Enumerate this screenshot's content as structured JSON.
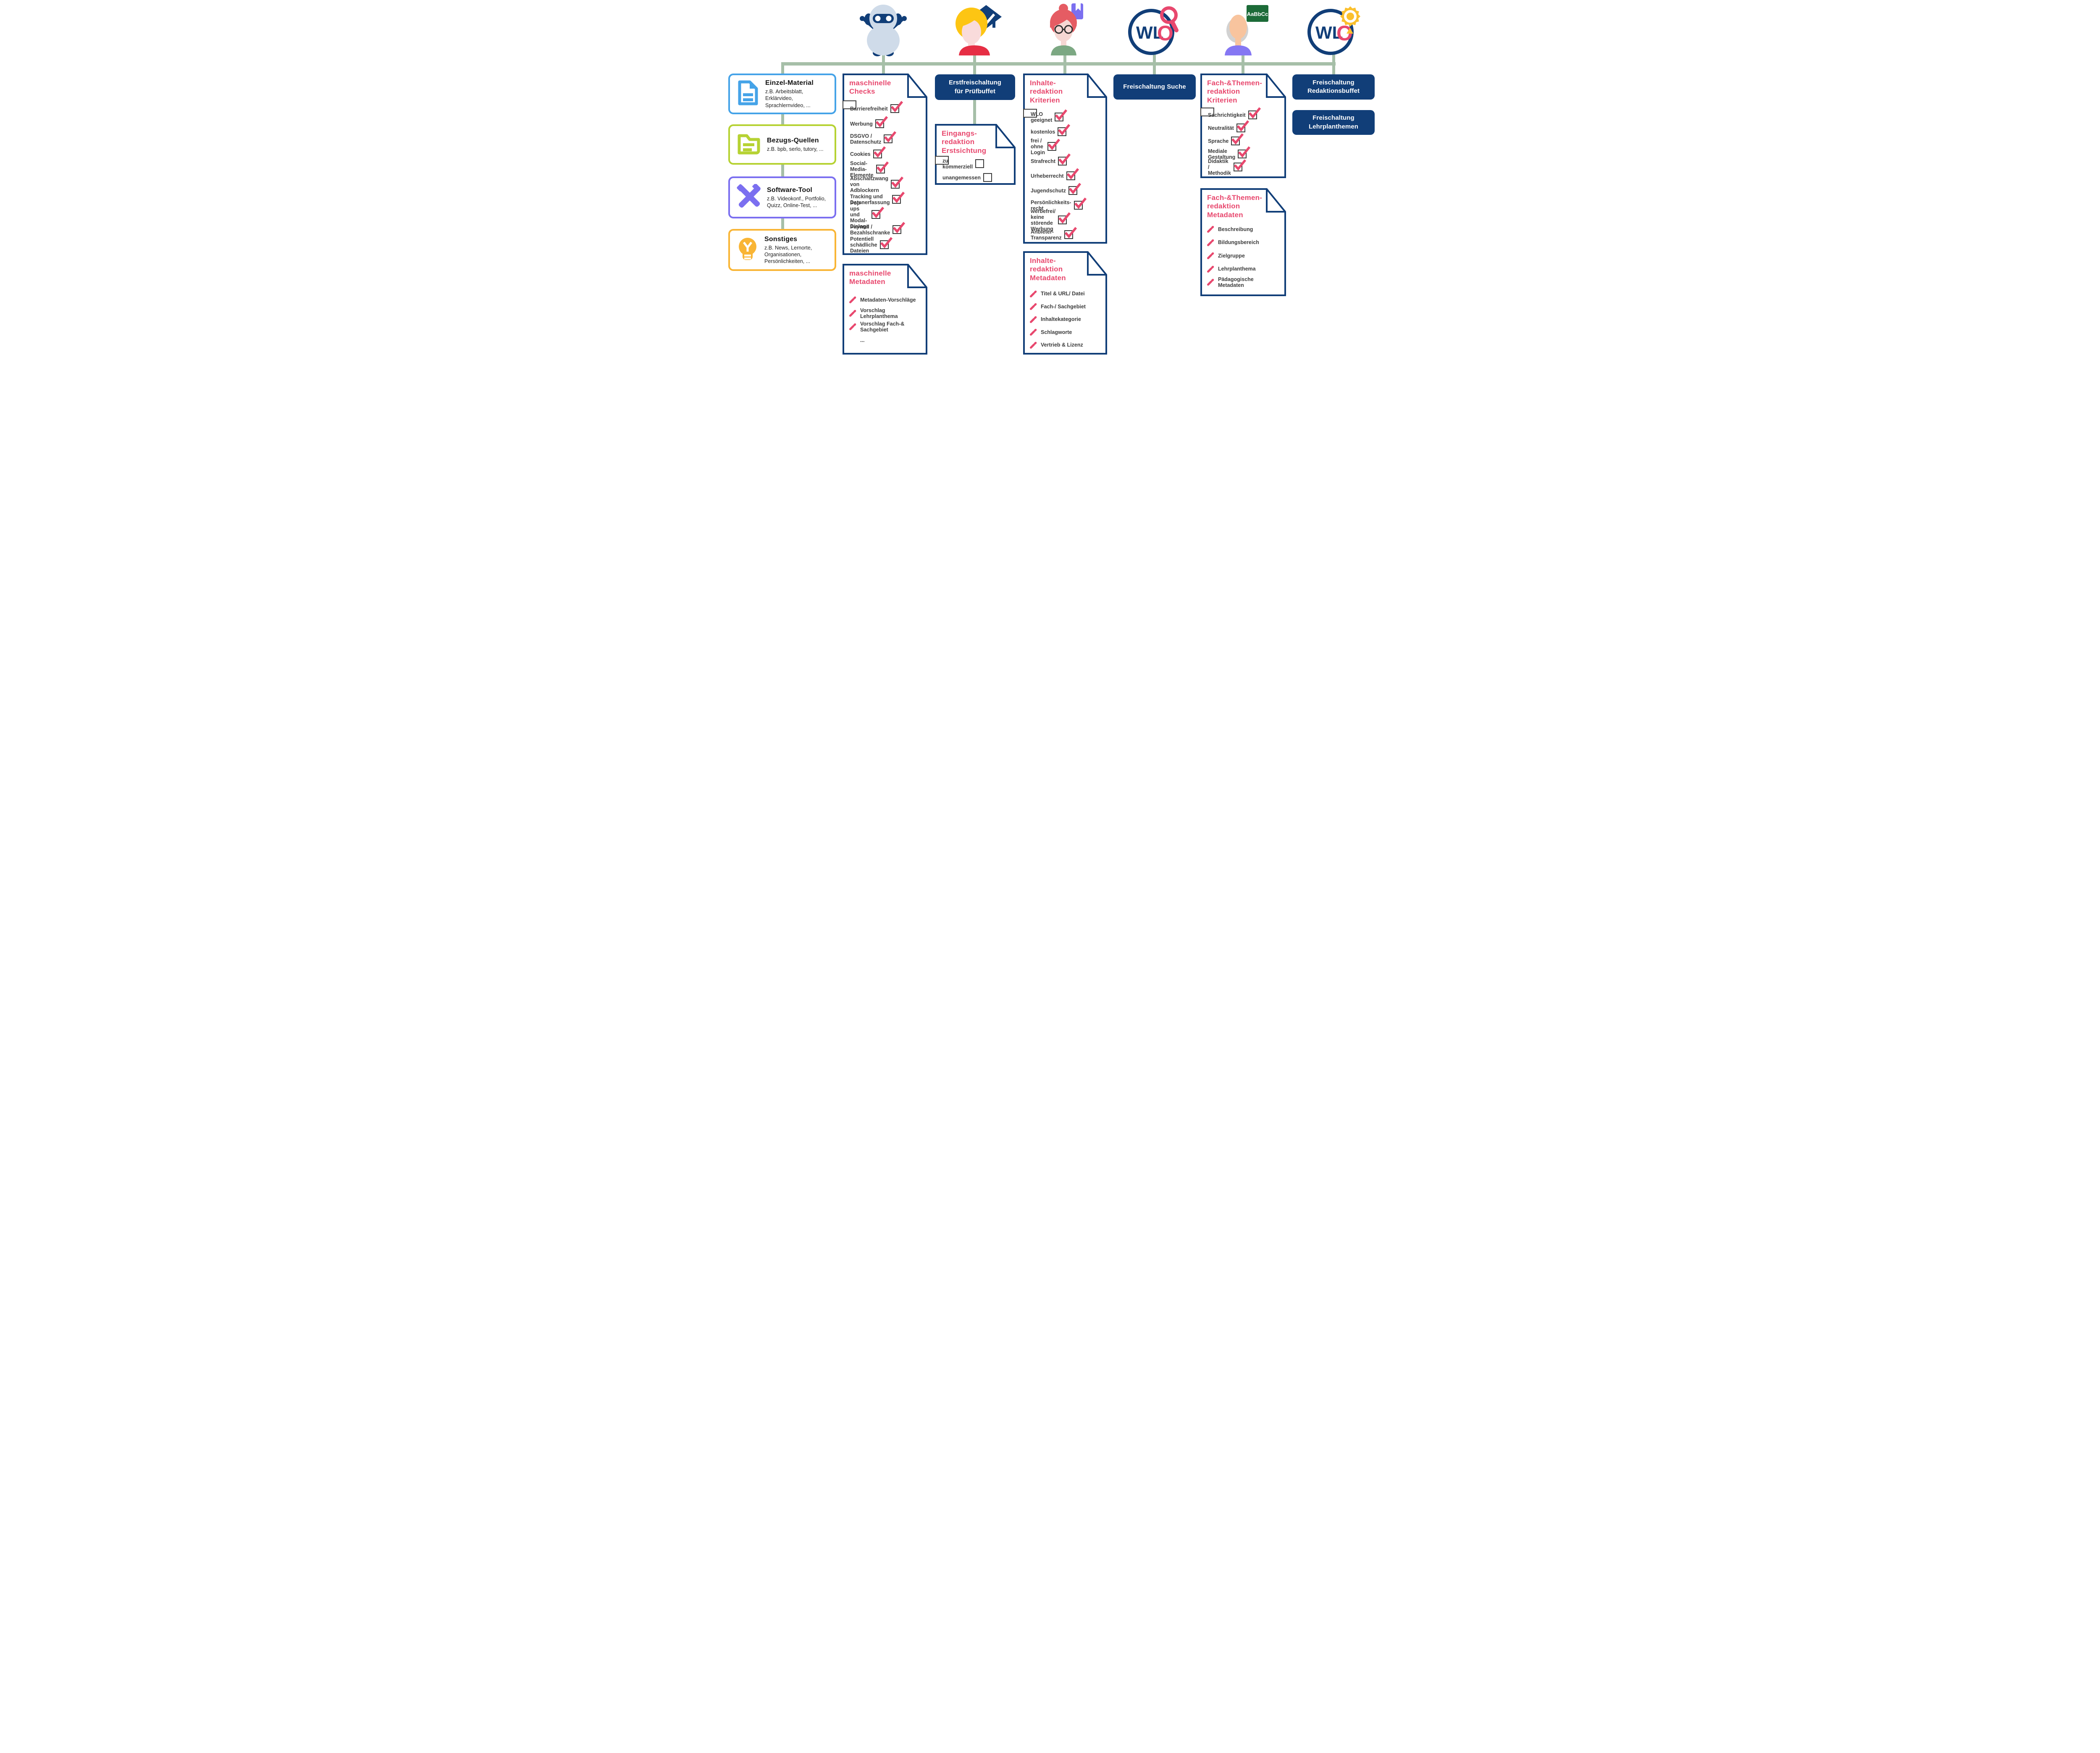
{
  "palette": {
    "navy": "#113E78",
    "pink": "#E8486E",
    "connector_green": "#A6BFA8",
    "item_text": "#3C3C3C",
    "blue": "#45A3E8",
    "lime": "#B6D233",
    "purple": "#7B6FF0",
    "orange": "#F9B535"
  },
  "icons": {
    "top_row": [
      "robot-icon",
      "teacher-icon",
      "content-editor-icon",
      "wlo-search-icon",
      "subject-editor-icon",
      "wlo-badge-icon"
    ],
    "wlo_wl": "WL",
    "wlo_o": "O",
    "sample_text": "AaBbCc"
  },
  "sources": [
    {
      "title": "Einzel-Material",
      "description": "z.B. Arbeitsblatt, Erklärvideo, Sprachlernvideo, ...",
      "accent": "#45A3E8",
      "icon": "file-icon"
    },
    {
      "title": "Bezugs-Quellen",
      "description": "z.B. bpb, serlo, tutory, ...",
      "accent": "#B6D233",
      "icon": "folder-icon"
    },
    {
      "title": "Software-Tool",
      "description": "z.B. Videokonf., Portfolio, Quizz, Online-Test, ...",
      "accent": "#7B6FF0",
      "icon": "tools-icon"
    },
    {
      "title": "Sonstiges",
      "description": "z.B. News, Lernorte, Organisationen, Persönlichkeiten, ...",
      "accent": "#F9B535",
      "icon": "lightbulb-icon"
    }
  ],
  "cards": {
    "maschinelle_checks": {
      "title": "maschinelle\nChecks",
      "item_type": "checkbox",
      "items": [
        {
          "label": "Barrierefreiheit",
          "checked": true
        },
        {
          "label": "Werbung",
          "checked": true
        },
        {
          "label": "DSGVO /\nDatenschutz",
          "checked": true
        },
        {
          "label": "Cookies",
          "checked": true
        },
        {
          "label": "Social-Media-\nElemente",
          "checked": true
        },
        {
          "label": "Abschaltzwang von\nAdblockern",
          "checked": true
        },
        {
          "label": "Tracking und\nDatenerfassung",
          "checked": true
        },
        {
          "label": "Pop-ups und Modal-\nDialoge",
          "checked": true
        },
        {
          "label": "Paywall /\nBezahlschranke",
          "checked": true
        },
        {
          "label": "Potentiell\nschädliche Dateien",
          "checked": true
        }
      ]
    },
    "eingangsredaktion": {
      "title": "Eingangs-\nredaktion\nErstsichtung",
      "item_type": "checkbox",
      "items": [
        {
          "label": "zu kommerziell",
          "checked": false
        },
        {
          "label": "unangemessen",
          "checked": false
        }
      ]
    },
    "inhalte_kriterien": {
      "title": "Inhalte-\nredaktion\nKriterien",
      "item_type": "checkbox",
      "items": [
        {
          "label": "WLO geeignet",
          "checked": true
        },
        {
          "label": "kostenlos",
          "checked": true
        },
        {
          "label": "frei / ohne Login",
          "checked": true
        },
        {
          "label": "Strafrecht",
          "checked": true
        },
        {
          "label": "Urheberrecht",
          "checked": true
        },
        {
          "label": "Jugendschutz",
          "checked": true
        },
        {
          "label": "Persönlichkeits-\nrecht",
          "checked": true
        },
        {
          "label": "werbefrei/ keine\nstörende Werbung",
          "checked": true
        },
        {
          "label": "Anbieter-\nTransparenz",
          "checked": true
        }
      ]
    },
    "fach_kriterien": {
      "title": "Fach-&Themen-\nredaktion\nKriterien",
      "item_type": "checkbox",
      "items": [
        {
          "label": "Sachrichtigkeit",
          "checked": true
        },
        {
          "label": "Neutralität",
          "checked": true
        },
        {
          "label": "Sprache",
          "checked": true
        },
        {
          "label": "Mediale Gestaltung",
          "checked": true
        },
        {
          "label": "Didaktik / Methodik",
          "checked": true
        }
      ]
    },
    "maschinelle_metadaten": {
      "title": "maschinelle\nMetadaten",
      "item_type": "pencil",
      "items": [
        {
          "label": "Metadaten-Vorschläge"
        },
        {
          "label": "Vorschlag\nLehrplanthema"
        },
        {
          "label": "Vorschlag Fach-&\nSachgebiet"
        },
        {
          "label": "...",
          "icon": false
        }
      ]
    },
    "inhalte_metadaten": {
      "title": "Inhalte-\nredaktion\nMetadaten",
      "item_type": "pencil",
      "items": [
        {
          "label": "Titel & URL/ Datei"
        },
        {
          "label": "Fach-/ Sachgebiet"
        },
        {
          "label": "Inhaltekategorie"
        },
        {
          "label": "Schlagworte"
        },
        {
          "label": "Vertrieb & Lizenz"
        }
      ]
    },
    "fach_metadaten": {
      "title": "Fach-&Themen-\nredaktion\nMetadaten",
      "item_type": "pencil",
      "items": [
        {
          "label": "Beschreibung"
        },
        {
          "label": "Bildungsbereich"
        },
        {
          "label": "Zielgruppe"
        },
        {
          "label": "Lehrplanthema"
        },
        {
          "label": "Pädagogische\nMetadaten"
        }
      ]
    }
  },
  "buttons": {
    "erstfreischaltung": "Erstfreischaltung\nfür Prüfbuffet",
    "freischaltung_suche": "Freischaltung Suche",
    "freischaltung_redaktionsbuffet": "Freischaltung\nRedaktionsbuffet",
    "freischaltung_lehrplanthemen": "Freischaltung\nLehrplanthemen"
  }
}
